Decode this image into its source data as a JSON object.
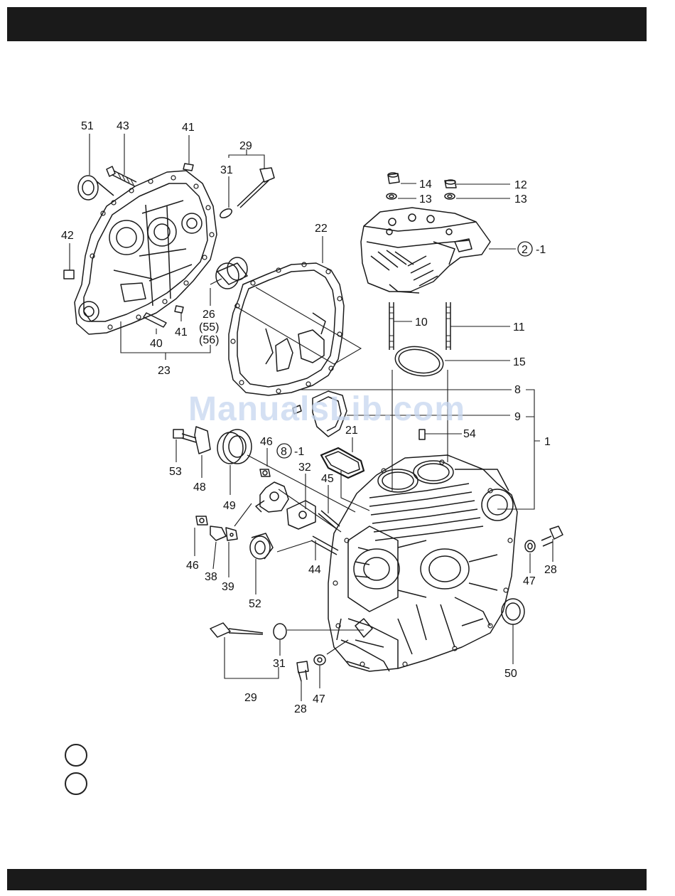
{
  "watermark": "ManualsLib.com",
  "ref_labels": {
    "l51": "51",
    "l43": "43",
    "l41a": "41",
    "l29a": "29",
    "l31a": "31",
    "l42": "42",
    "l22": "22",
    "l26": "26",
    "l55": "(55)",
    "l56": "(56)",
    "l41b": "41",
    "l40": "40",
    "l23": "23",
    "l14": "14",
    "l13a": "13",
    "l12": "12",
    "l13b": "13",
    "l2circ": "2",
    "l2suffix": "-1",
    "l10": "10",
    "l11": "11",
    "l15": "15",
    "l8": "8",
    "l9": "9",
    "l21": "21",
    "l54": "54",
    "l1": "1",
    "l46a": "46",
    "l8circ": "8",
    "l8suffix": "-1",
    "l32": "32",
    "l45": "45",
    "l53": "53",
    "l48": "48",
    "l49": "49",
    "l46b": "46",
    "l38": "38",
    "l39": "39",
    "l52": "52",
    "l44": "44",
    "l47a": "47",
    "l28a": "28",
    "l50": "50",
    "l31b": "31",
    "l29b": "29",
    "l28b": "28",
    "l47b": "47"
  },
  "legend": [
    "",
    ""
  ]
}
